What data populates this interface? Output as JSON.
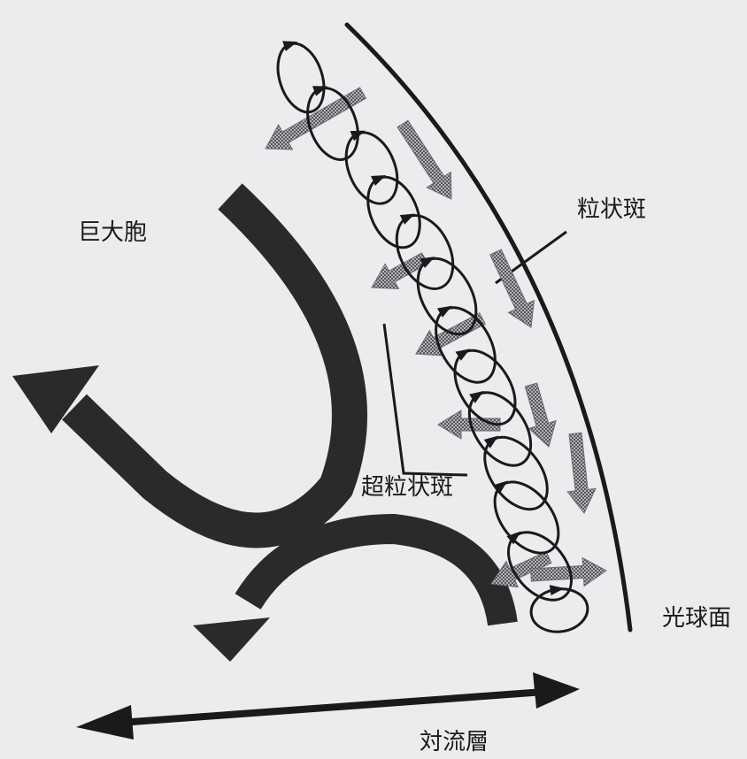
{
  "labels": {
    "giant_cell": "巨大胞",
    "granulation": "粒状斑",
    "supergranulation": "超粒状斑",
    "photosphere": "光球面",
    "convection_zone": "対流層"
  },
  "colors": {
    "background": "#ecebee",
    "ink": "#1a1a1a",
    "shaded_arrow": "#8f8f94"
  }
}
